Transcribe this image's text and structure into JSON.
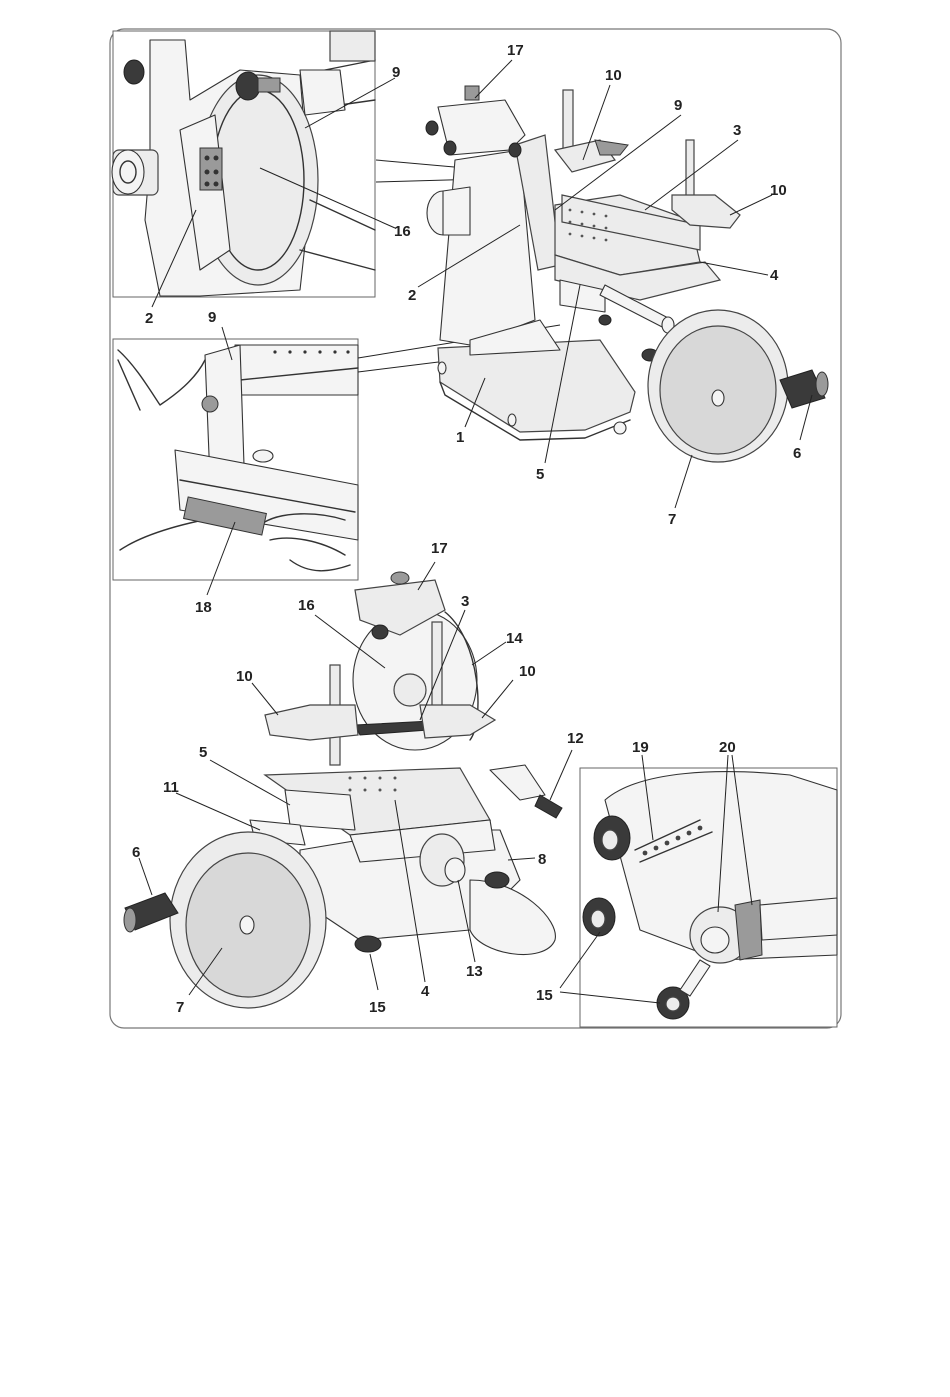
{
  "callouts": {
    "top_left_inset": {
      "c9": "9",
      "c16": "16",
      "c2": "2"
    },
    "mid_left_inset": {
      "c9": "9",
      "c18": "18"
    },
    "top_main": {
      "c17": "17",
      "c10a": "10",
      "c9": "9",
      "c3": "3",
      "c10b": "10",
      "c4": "4",
      "c2": "2",
      "c5": "5",
      "c1": "1",
      "c6": "6",
      "c7": "7"
    },
    "bottom_main": {
      "c17": "17",
      "c16": "16",
      "c3": "3",
      "c14": "14",
      "c10a": "10",
      "c10b": "10",
      "c12": "12",
      "c5": "5",
      "c11": "11",
      "c8": "8",
      "c6": "6",
      "c13": "13",
      "c7": "7",
      "c15": "15",
      "c4": "4"
    },
    "bottom_right_inset": {
      "c19": "19",
      "c20": "20",
      "c15": "15"
    }
  },
  "icons": [
    "meat-slicer-top-view",
    "meat-slicer-bottom-view",
    "blade-detail-inset",
    "carriage-detail-inset",
    "gear-detail-inset"
  ]
}
